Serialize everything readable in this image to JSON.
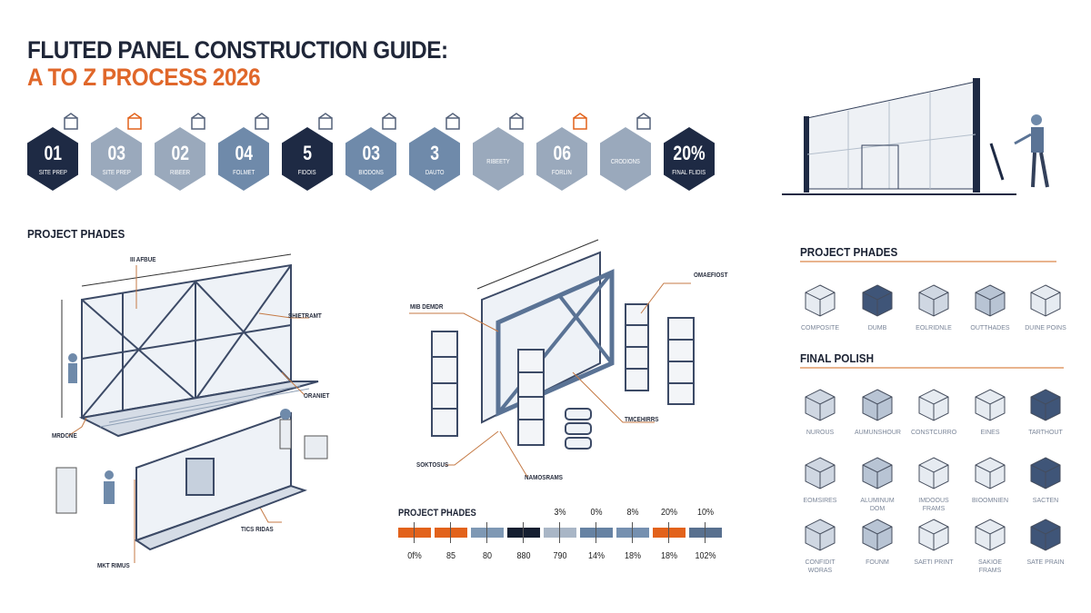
{
  "title": {
    "line1": "FLUTED PANEL CONSTRUCTION GUIDE:",
    "line2": "A TO Z PROCESS 2026",
    "accent": "#e0672a"
  },
  "steps": [
    {
      "num": "01",
      "label": "SITE PREP",
      "color": "#1e2a44",
      "icon": "tools-icon"
    },
    {
      "num": "03",
      "label": "SITE PREP",
      "color": "#9aa9bc",
      "icon": "materials-icon"
    },
    {
      "num": "02",
      "label": "RIBEER",
      "color": "#9aa9bc",
      "icon": "hand-icon"
    },
    {
      "num": "04",
      "label": "FOLMET",
      "color": "#6f8aaa",
      "icon": "roller-icon"
    },
    {
      "num": "5",
      "label": "FIDOIS",
      "color": "#1e2a44",
      "icon": "house-icon"
    },
    {
      "num": "03",
      "label": "BIODONS",
      "color": "#6f8aaa",
      "icon": "wrench-icon"
    },
    {
      "num": "3",
      "label": "DAUTO",
      "color": "#6f8aaa",
      "icon": "drill-icon"
    },
    {
      "num": "",
      "label": "RIBEETY",
      "color": "#9aa9bc",
      "icon": "cart-icon"
    },
    {
      "num": "06",
      "label": "FORLIN",
      "color": "#9aa9bc",
      "icon": "drop-icon"
    },
    {
      "num": "",
      "label": "CRODIONS",
      "color": "#9aa9bc",
      "icon": "document-icon"
    },
    {
      "num": "20%",
      "label": "FINAL FLIDIS",
      "color": "#1e2a44",
      "icon": "none"
    }
  ],
  "left_diagram": {
    "heading": "PROJECT PHADES",
    "callouts": [
      "III AFBUE",
      "SHIETRAMT",
      "ORANIET",
      "MRDCNE",
      "TICS RIDAS",
      "MKT RIMUS"
    ]
  },
  "center_diagram": {
    "callouts": [
      "MIB DEMDR",
      "OMAEFIOST",
      "TMCEHIRRS",
      "SOKTOSUS",
      "NAMOSRAMS"
    ]
  },
  "phase_strip": {
    "label": "PROJECT PHADES",
    "top_values": [
      "",
      "",
      "",
      "",
      "3%",
      "0%",
      "8%",
      "20%",
      "10%"
    ],
    "bottom_values": [
      "0f%",
      "85",
      "80",
      "880",
      "790",
      "14%",
      "18%",
      "18%",
      "102%"
    ],
    "colors": [
      "#e2621b",
      "#e2621b",
      "#7e98b4",
      "#141e30",
      "#a9b6c6",
      "#6682a3",
      "#7590b0",
      "#e2621b",
      "#58708f"
    ]
  },
  "right_panel": {
    "phases_heading": "PROJECT PHADES",
    "phases": [
      {
        "label": "COMPOSITE",
        "icon": "cube-icon"
      },
      {
        "label": "DUMB",
        "icon": "container-icon"
      },
      {
        "label": "EOLRIDNLE",
        "icon": "tile-icon"
      },
      {
        "label": "OUTTHADES",
        "icon": "layers-icon"
      },
      {
        "label": "DUINE POINS",
        "icon": "fixtures-icon"
      }
    ],
    "polish_heading": "FINAL POLISH",
    "polish": [
      {
        "label": "NUROUS",
        "icon": "block-icon"
      },
      {
        "label": "AUMUNSHOUR",
        "icon": "fluted-panel-icon"
      },
      {
        "label": "CONSTCURRO",
        "icon": "stack-icon"
      },
      {
        "label": "EINES",
        "icon": "tools-cross-icon"
      },
      {
        "label": "TARTHOUT",
        "icon": "corner-icon"
      },
      {
        "label": "EOMSIRES",
        "icon": "crate-icon"
      },
      {
        "label": "ALUMINUM DOM",
        "icon": "frame-icon"
      },
      {
        "label": "IMDOOUS FRAMS",
        "icon": "beams-icon"
      },
      {
        "label": "BIOOMNIEN",
        "icon": "hard-hat-icon"
      },
      {
        "label": "SACTEN",
        "icon": "worker-icon"
      },
      {
        "label": "CONFIDIT WORAS",
        "icon": "panels-icon"
      },
      {
        "label": "FOUNM",
        "icon": "box-icon"
      },
      {
        "label": "SAETI PRINT",
        "icon": "tower-icon"
      },
      {
        "label": "SAKIOE FRAMS",
        "icon": "respirator-icon"
      },
      {
        "label": "SATE PRAIN",
        "icon": "lock-icon"
      }
    ]
  }
}
